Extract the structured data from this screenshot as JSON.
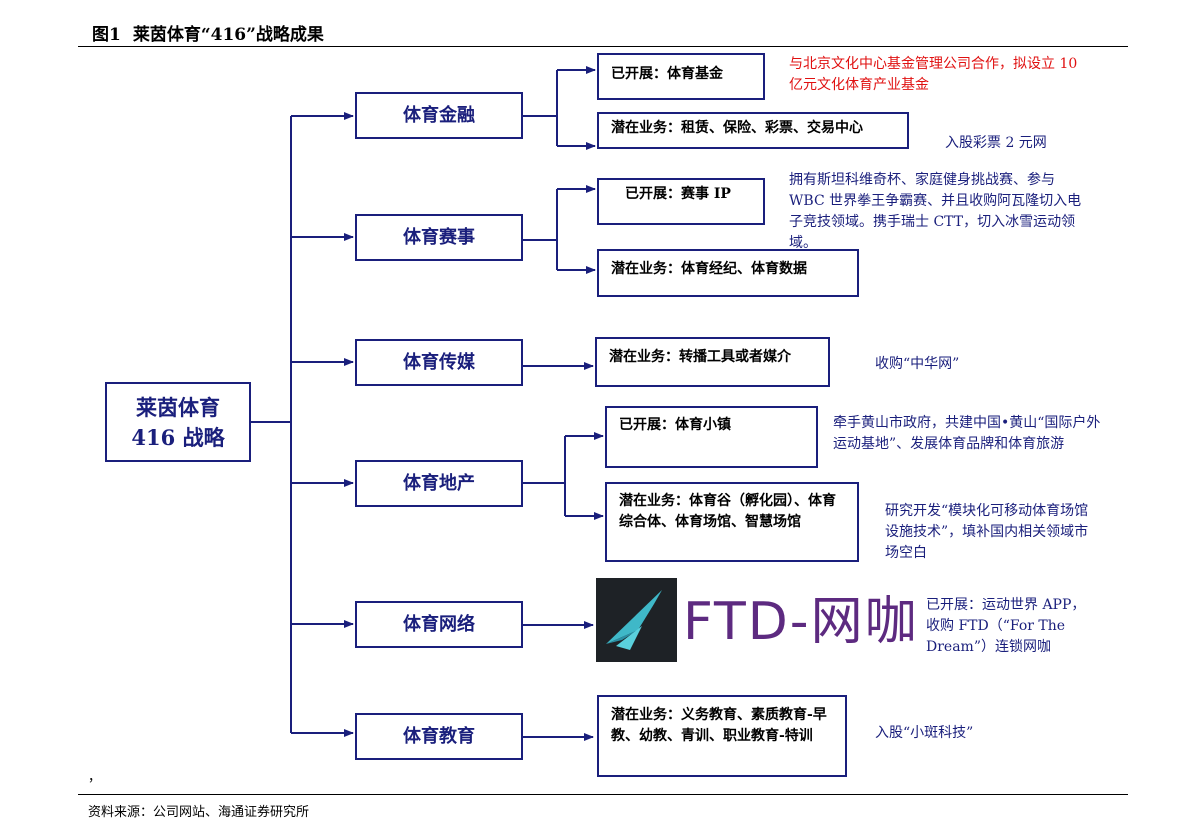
{
  "title": {
    "num": "图1",
    "text": "莱茵体育“416”战略成果"
  },
  "root": {
    "line1": "莱茵体育",
    "line2": "416 战略"
  },
  "categories": {
    "finance": "体育金融",
    "events": "体育赛事",
    "media": "体育传媒",
    "realestate": "体育地产",
    "network": "体育网络",
    "education": "体育教育"
  },
  "subs": {
    "finance_done": "已开展：体育基金",
    "finance_potential": "潜在业务：租赁、保险、彩票、交易中心",
    "events_done": "已开展：赛事 IP",
    "events_potential": "潜在业务：体育经纪、体育数据",
    "media_potential": "潜在业务：转播工具或者媒介",
    "realestate_done": "已开展：体育小镇",
    "realestate_potential": "潜在业务：体育谷（孵化园）、体育综合体、体育场馆、智慧场馆",
    "education_potential": "潜在业务：义务教育、素质教育-早教、幼教、青训、职业教育-特训"
  },
  "notes": {
    "finance_fund": "与北京文化中心基金管理公司合作，拟设立 10 亿元文化体育产业基金",
    "finance_lottery": "入股彩票 2 元网",
    "events_ip": "拥有斯坦科维奇杯、家庭健身挑战赛、参与 WBC 世界拳王争霸赛、并且收购阿瓦隆切入电子竞技领域。携手瑞士 CTT，切入冰雪运动领域。",
    "media": "收购“中华网”",
    "realestate_town": "牵手黄山市政府，共建中国•黄山“国际户外运动基地”、发展体育品牌和体育旅游",
    "realestate_valley": "研究开发“模块化可移动体育场馆设施技术”，填补国内相关领域市场空白",
    "network": "已开展：运动世界 APP，收购 FTD（“For The Dream”）连锁网咖",
    "education": "入股“小斑科技”"
  },
  "logo": {
    "text": "FTD-网咖"
  },
  "stray_mark": "，",
  "source": "资料来源：公司网站、海通证券研究所",
  "colors": {
    "line": "#1a1f7c",
    "red_note": "#e01010",
    "logo_purple": "#5d2a80",
    "logo_bg": "#1e2226"
  }
}
